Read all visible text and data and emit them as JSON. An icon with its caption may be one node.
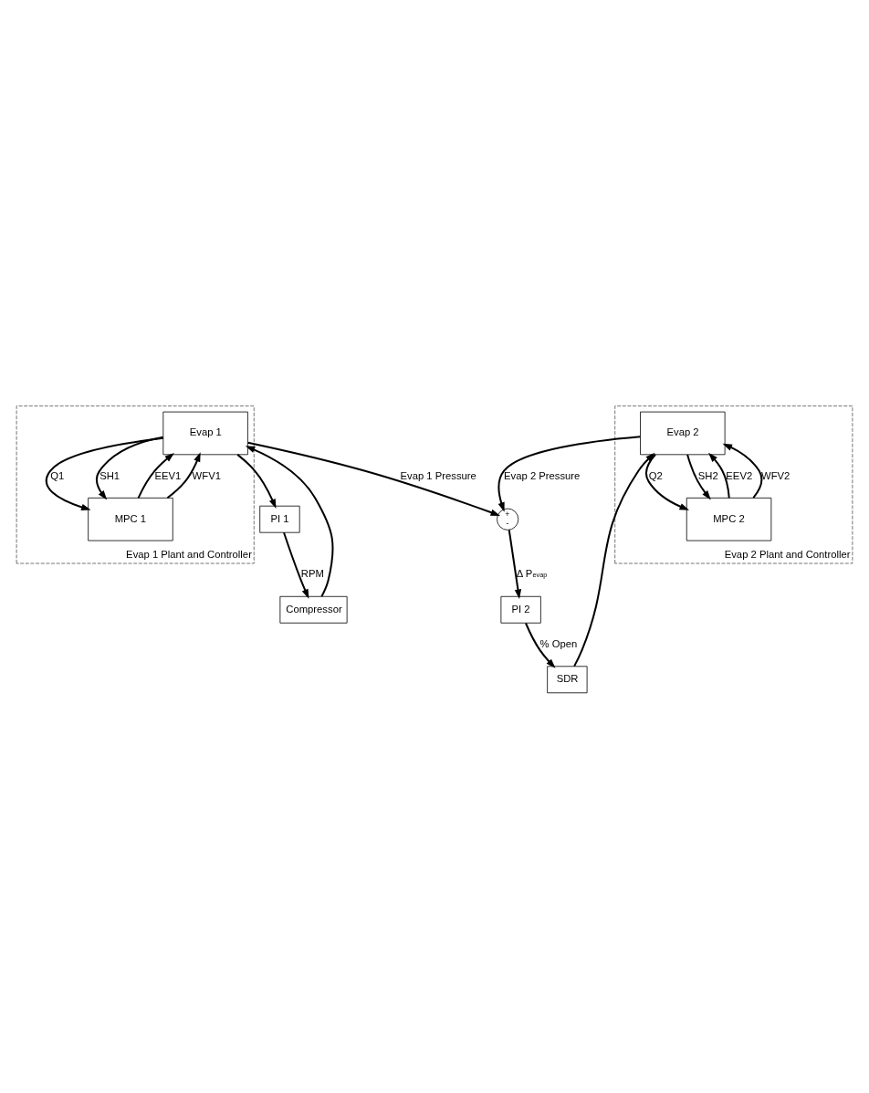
{
  "diagram": {
    "nodes": [
      {
        "text": [
          "Evap 1 Plant and Controller"
        ]
      },
      {
        "text": [
          "Evap 1"
        ],
        "in": 0
      },
      {
        "text": [
          "MPC 1"
        ],
        "in": 0
      },
      {
        "text": [
          "PI 1"
        ]
      },
      {
        "text": [
          "Compressor"
        ]
      },
      {
        "text": [
          "+",
          "-"
        ]
      },
      {
        "text": [
          "PI 2"
        ]
      },
      {
        "text": [
          "SDR"
        ]
      },
      {
        "text": [
          "Evap 2 Plant and Controller"
        ]
      },
      {
        "text": [
          "Evap 2"
        ],
        "in": 8
      },
      {
        "text": [
          "MPC 2"
        ],
        "in": 8
      }
    ],
    "edges": [
      {
        "from": 1,
        "to": 3,
        "arrow": "to"
      },
      {
        "from": 3,
        "to": 4,
        "label": "RPM",
        "arrow": "to"
      },
      {
        "from": 4,
        "to": 1,
        "arrow": "to"
      },
      {
        "from": 1,
        "to": 2,
        "label": "Q1",
        "arrow": "to"
      },
      {
        "from": 1,
        "to": 2,
        "label": "SH1",
        "arrow": "to"
      },
      {
        "from": 2,
        "to": 1,
        "label": "EEV1",
        "arrow": "to"
      },
      {
        "from": 2,
        "to": 1,
        "label": "WFV1",
        "arrow": "to"
      },
      {
        "from": 1,
        "to": 5,
        "label": "Evap 1 Pressure",
        "arrow": "to"
      },
      {
        "from": 5,
        "to": 6,
        "label": "Δ P$_{evap}$",
        "arrow": "to"
      },
      {
        "from": 6,
        "to": 7,
        "label": "% Open",
        "arrow": "to"
      },
      {
        "from": 7,
        "to": 9,
        "arrow": "to"
      },
      {
        "from": 9,
        "to": 5,
        "label": "Evap 2 Pressure",
        "arrow": "to"
      },
      {
        "from": 9,
        "to": 10,
        "label": "Q2",
        "arrow": "to"
      },
      {
        "from": 9,
        "to": 10,
        "label": "SH2",
        "arrow": "to"
      },
      {
        "from": 10,
        "to": 9,
        "label": "EEV2",
        "arrow": "to"
      },
      {
        "from": 10,
        "to": 9,
        "label": "WFV2",
        "arrow": "to"
      }
    ]
  }
}
